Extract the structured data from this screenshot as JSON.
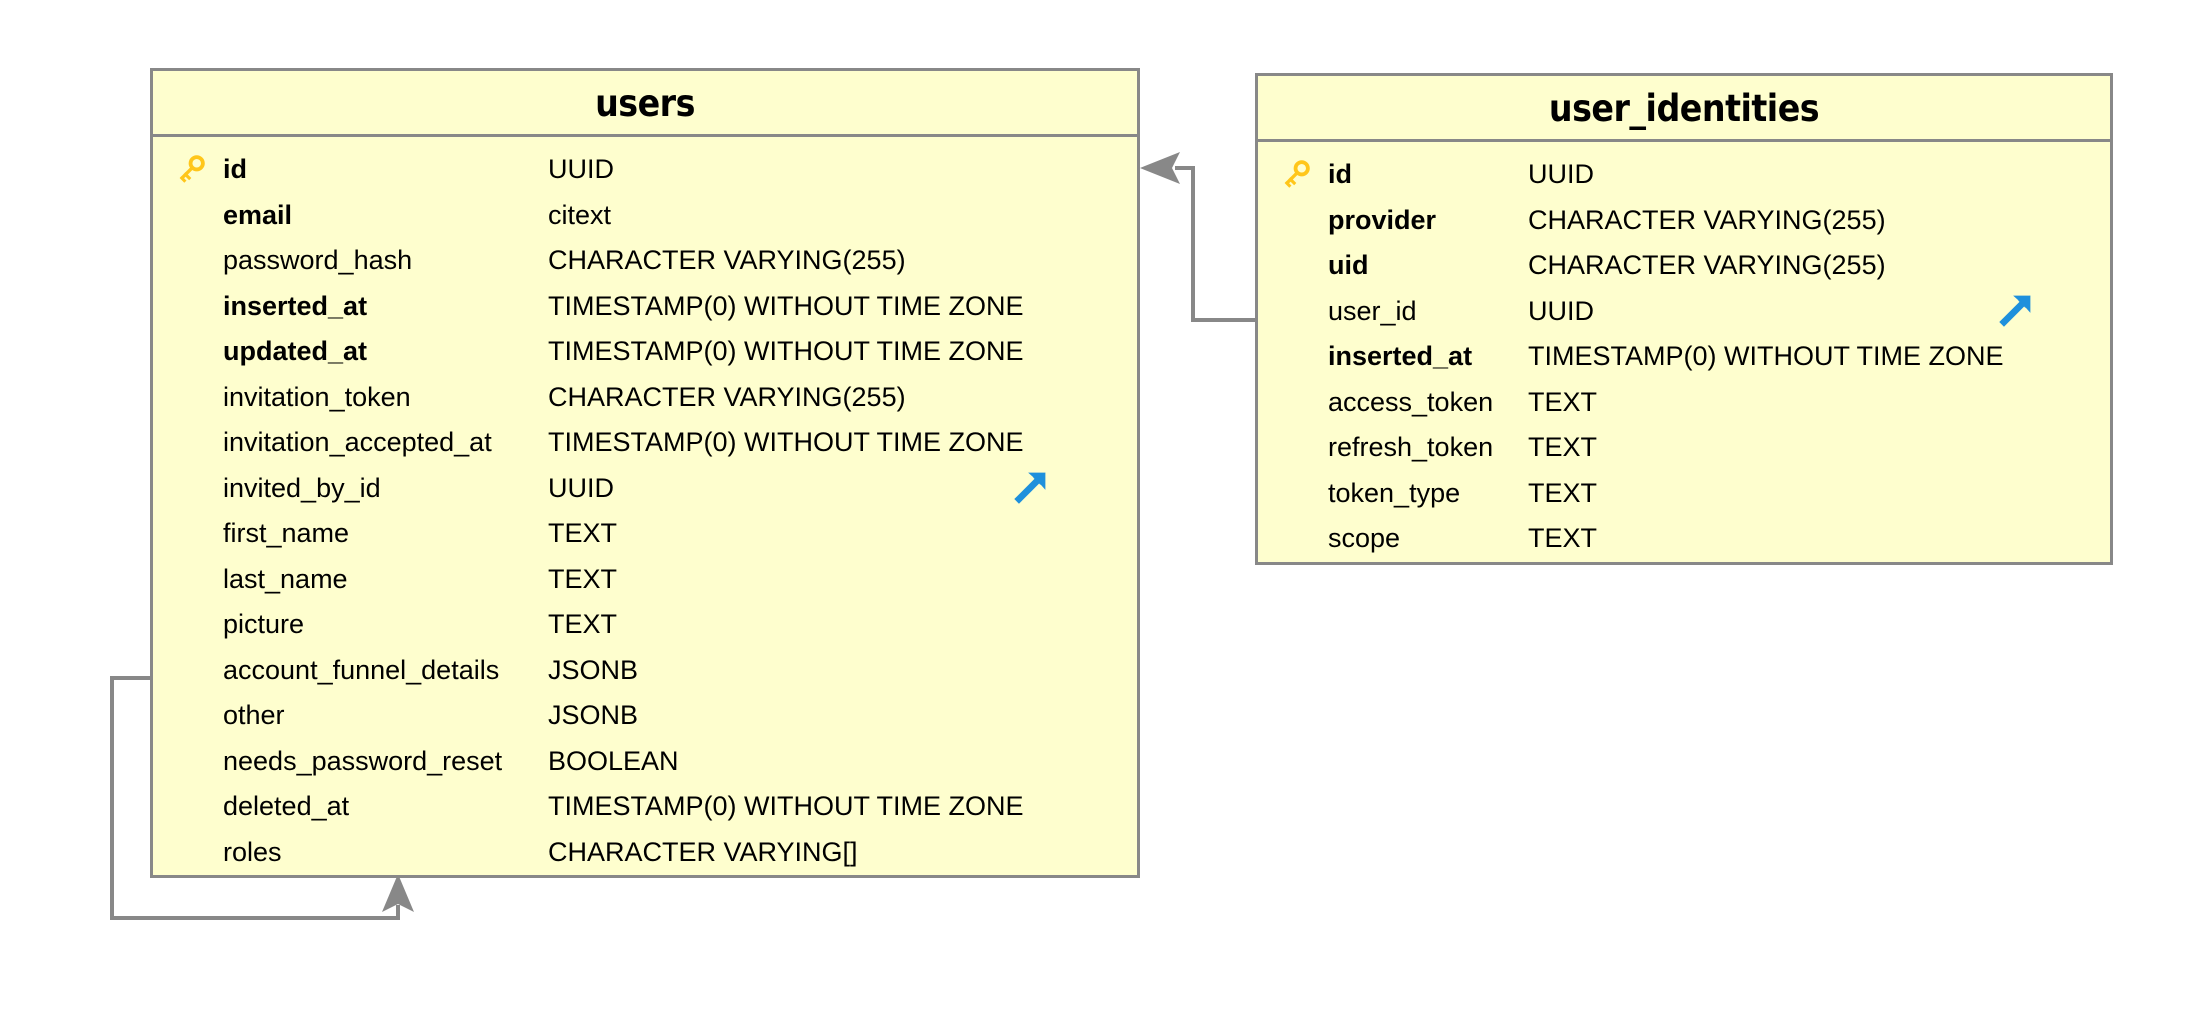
{
  "diagram": {
    "type": "entity-relationship-diagram",
    "background_color": "#FFFFFF",
    "entity_fill_color": "#FEFECE",
    "entity_border_color": "#888888",
    "connector_color": "#888888",
    "pk_icon_color": "#FFCC33",
    "fk_icon_color": "#1E90DC"
  },
  "entities": [
    {
      "name": "users",
      "title": "users",
      "columns": [
        {
          "name": "id",
          "type": "UUID",
          "key": "pk",
          "not_null": true,
          "fk_arrow": false
        },
        {
          "name": "email",
          "type": "citext",
          "key": "",
          "not_null": true,
          "fk_arrow": false
        },
        {
          "name": "password_hash",
          "type": "CHARACTER VARYING(255)",
          "key": "",
          "not_null": false,
          "fk_arrow": false
        },
        {
          "name": "inserted_at",
          "type": "TIMESTAMP(0) WITHOUT TIME ZONE",
          "key": "",
          "not_null": true,
          "fk_arrow": false
        },
        {
          "name": "updated_at",
          "type": "TIMESTAMP(0) WITHOUT TIME ZONE",
          "key": "",
          "not_null": true,
          "fk_arrow": false
        },
        {
          "name": "invitation_token",
          "type": "CHARACTER VARYING(255)",
          "key": "",
          "not_null": false,
          "fk_arrow": false
        },
        {
          "name": "invitation_accepted_at",
          "type": "TIMESTAMP(0) WITHOUT TIME ZONE",
          "key": "",
          "not_null": false,
          "fk_arrow": false
        },
        {
          "name": "invited_by_id",
          "type": "UUID",
          "key": "",
          "not_null": false,
          "fk_arrow": true
        },
        {
          "name": "first_name",
          "type": "TEXT",
          "key": "",
          "not_null": false,
          "fk_arrow": false
        },
        {
          "name": "last_name",
          "type": "TEXT",
          "key": "",
          "not_null": false,
          "fk_arrow": false
        },
        {
          "name": "picture",
          "type": "TEXT",
          "key": "",
          "not_null": false,
          "fk_arrow": false
        },
        {
          "name": "account_funnel_details",
          "type": "JSONB",
          "key": "",
          "not_null": false,
          "fk_arrow": false
        },
        {
          "name": "other",
          "type": "JSONB",
          "key": "",
          "not_null": false,
          "fk_arrow": false
        },
        {
          "name": "needs_password_reset",
          "type": "BOOLEAN",
          "key": "",
          "not_null": false,
          "fk_arrow": false
        },
        {
          "name": "deleted_at",
          "type": "TIMESTAMP(0) WITHOUT TIME ZONE",
          "key": "",
          "not_null": false,
          "fk_arrow": false
        },
        {
          "name": "roles",
          "type": "CHARACTER VARYING[]",
          "key": "",
          "not_null": false,
          "fk_arrow": false
        }
      ]
    },
    {
      "name": "user_identities",
      "title": "user_identities",
      "columns": [
        {
          "name": "id",
          "type": "UUID",
          "key": "pk",
          "not_null": true,
          "fk_arrow": false
        },
        {
          "name": "provider",
          "type": "CHARACTER VARYING(255)",
          "key": "",
          "not_null": true,
          "fk_arrow": false
        },
        {
          "name": "uid",
          "type": "CHARACTER VARYING(255)",
          "key": "",
          "not_null": true,
          "fk_arrow": false
        },
        {
          "name": "user_id",
          "type": "UUID",
          "key": "",
          "not_null": false,
          "fk_arrow": true
        },
        {
          "name": "inserted_at",
          "type": "TIMESTAMP(0) WITHOUT TIME ZONE",
          "key": "",
          "not_null": true,
          "fk_arrow": false
        },
        {
          "name": "access_token",
          "type": "TEXT",
          "key": "",
          "not_null": false,
          "fk_arrow": false
        },
        {
          "name": "refresh_token",
          "type": "TEXT",
          "key": "",
          "not_null": false,
          "fk_arrow": false
        },
        {
          "name": "token_type",
          "type": "TEXT",
          "key": "",
          "not_null": false,
          "fk_arrow": false
        },
        {
          "name": "scope",
          "type": "TEXT",
          "key": "",
          "not_null": false,
          "fk_arrow": false
        }
      ]
    }
  ],
  "relationships": [
    {
      "name": "user-identities-to-users",
      "from_entity": "user_identities",
      "from_column": "user_id",
      "to_entity": "users",
      "to_column": "id",
      "arrow_direction": "left"
    },
    {
      "name": "users-self-reference",
      "from_entity": "users",
      "from_column": "invited_by_id",
      "to_entity": "users",
      "to_column": "id",
      "arrow_direction": "up"
    }
  ]
}
